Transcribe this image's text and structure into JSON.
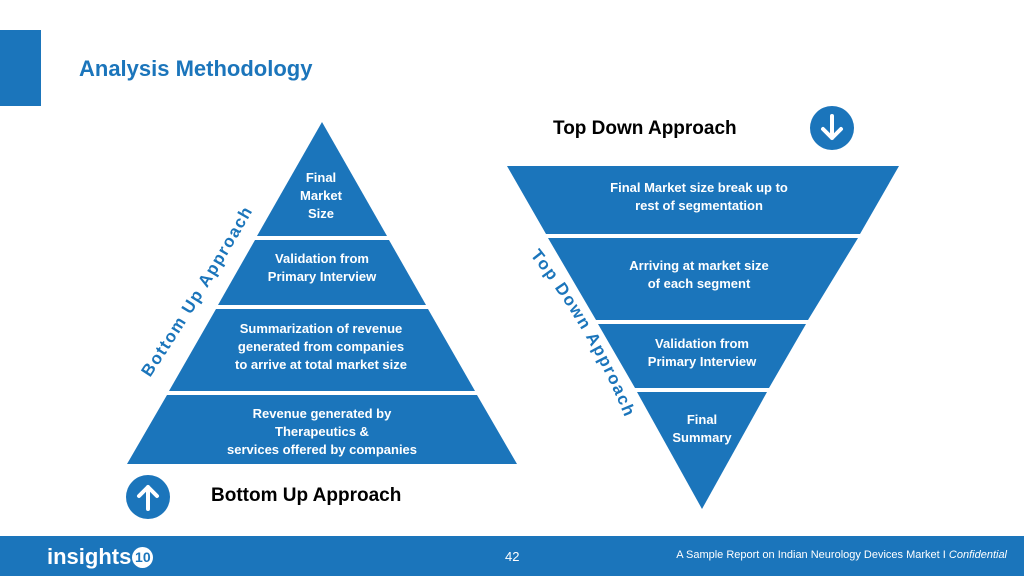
{
  "title": "Analysis Methodology",
  "top_down": {
    "heading": "Top Down Approach",
    "side_label": "Top Down Approach",
    "levels": [
      [
        "Final Market size break up to",
        "rest of segmentation"
      ],
      [
        "Arriving at market size",
        "of each segment"
      ],
      [
        "Validation from",
        "Primary Interview"
      ],
      [
        "Final",
        "Summary"
      ]
    ]
  },
  "bottom_up": {
    "heading": "Bottom Up Approach",
    "side_label": "Bottom Up Approach",
    "levels": [
      [
        "Final",
        "Market",
        "Size"
      ],
      [
        "Validation from",
        "Primary Interview"
      ],
      [
        "Summarization of revenue",
        "generated from companies",
        "to arrive at total market size"
      ],
      [
        "Revenue generated by",
        "Therapeutics &",
        "services offered by companies"
      ]
    ]
  },
  "footer": {
    "logo_text": "insights",
    "logo_badge": "10",
    "page_number": "42",
    "note": "A Sample Report on Indian Neurology Devices Market I ",
    "note_italic": "Confidential"
  },
  "colors": {
    "primary": "#1b75bb",
    "text_on_primary": "#ffffff"
  },
  "icons": {
    "top_down": "arrow-down-icon",
    "bottom_up": "arrow-up-icon"
  }
}
